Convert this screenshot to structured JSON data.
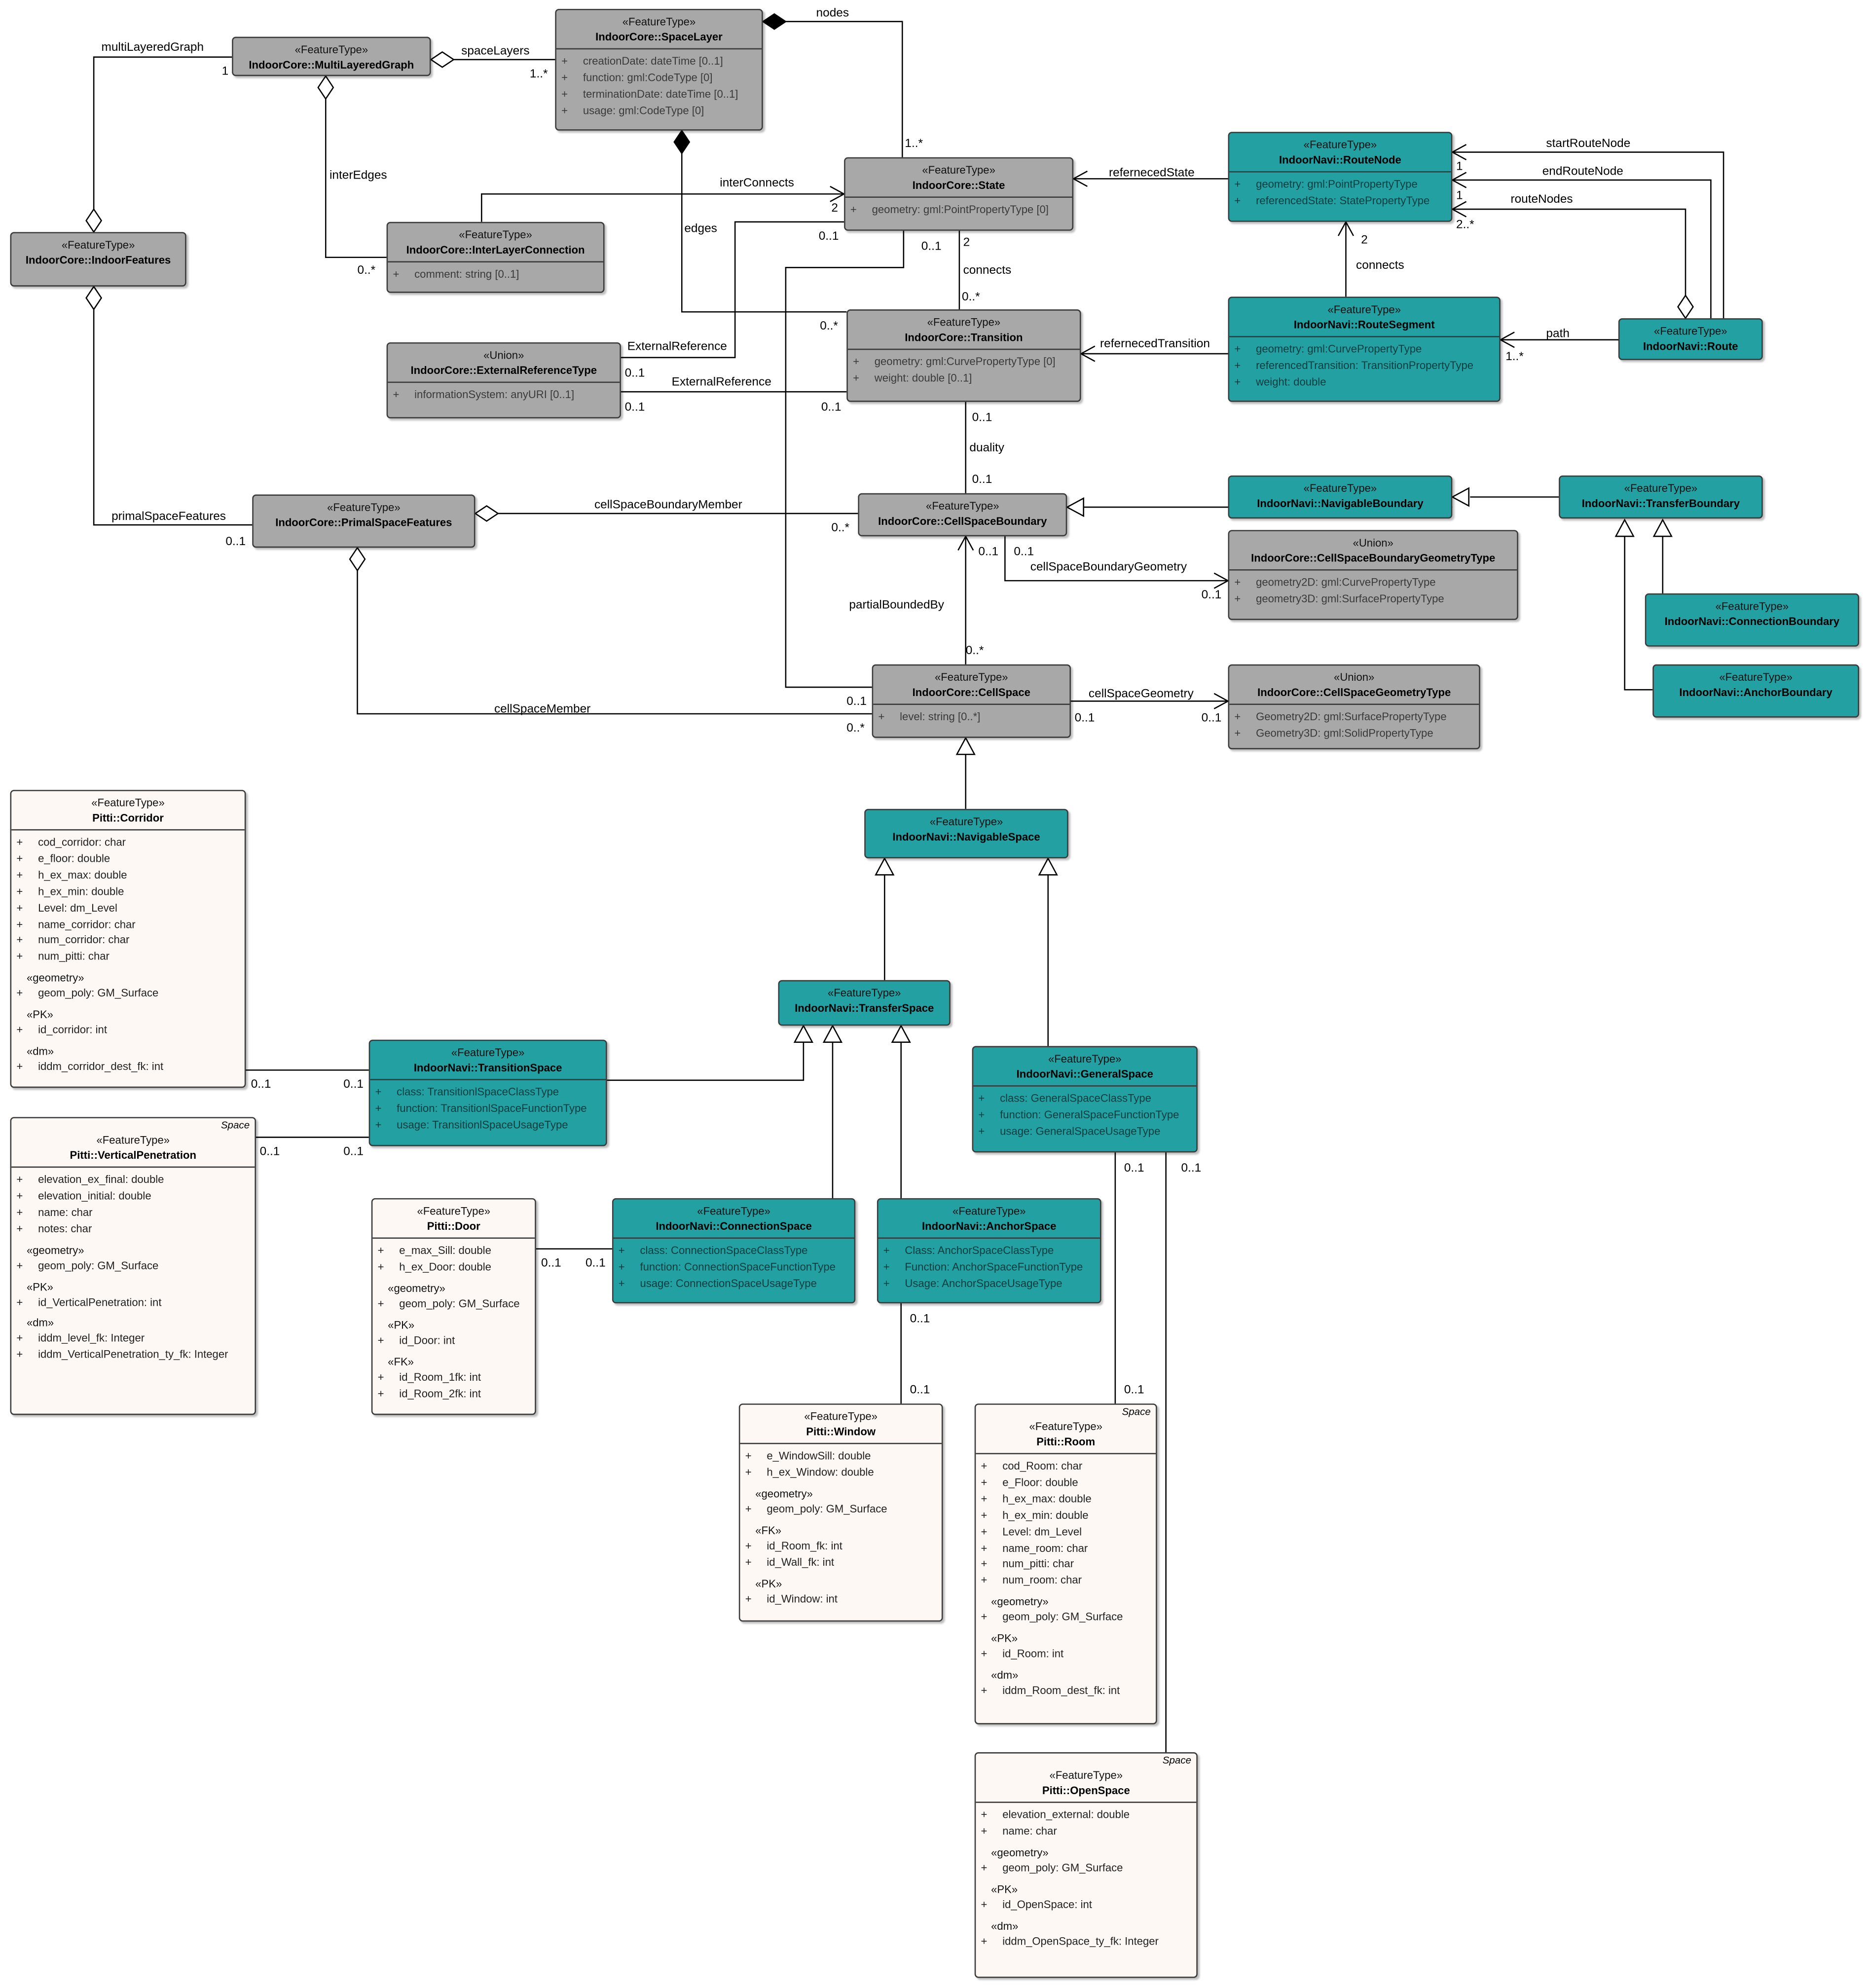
{
  "palette": {
    "core": "#a8a8a8",
    "navi": "#22a0a2",
    "pitti": "#fdf8f4",
    "line": "#000000"
  },
  "classes": [
    {
      "id": "MultiLayeredGraph",
      "style": "gray",
      "stereo": "«FeatureType»",
      "name": "IndoorCore::MultiLayeredGraph",
      "attrs": []
    },
    {
      "id": "SpaceLayer",
      "style": "gray",
      "stereo": "«FeatureType»",
      "name": "IndoorCore::SpaceLayer",
      "attrs": [
        {
          "vis": "+",
          "text": "creationDate: dateTime [0..1]"
        },
        {
          "vis": "+",
          "text": "function: gml:CodeType [0]"
        },
        {
          "vis": "+",
          "text": "terminationDate: dateTime [0..1]"
        },
        {
          "vis": "+",
          "text": "usage: gml:CodeType [0]"
        }
      ]
    },
    {
      "id": "IndoorFeatures",
      "style": "gray",
      "stereo": "«FeatureType»",
      "name": "IndoorCore::IndoorFeatures",
      "attrs": []
    },
    {
      "id": "InterLayerConnection",
      "style": "gray",
      "stereo": "«FeatureType»",
      "name": "IndoorCore::InterLayerConnection",
      "attrs": [
        {
          "vis": "+",
          "text": "comment: string [0..1]"
        }
      ]
    },
    {
      "id": "State",
      "style": "gray",
      "stereo": "«FeatureType»",
      "name": "IndoorCore::State",
      "attrs": [
        {
          "vis": "+",
          "text": "geometry: gml:PointPropertyType [0]"
        }
      ]
    },
    {
      "id": "RouteNode",
      "style": "teal",
      "stereo": "«FeatureType»",
      "name": "IndoorNavi::RouteNode",
      "attrs": [
        {
          "vis": "+",
          "text": "geometry: gml:PointPropertyType"
        },
        {
          "vis": "+",
          "text": "referencedState: StatePropertyType"
        }
      ]
    },
    {
      "id": "ExternalReferenceType",
      "style": "gray",
      "stereo": "«Union»",
      "name": "IndoorCore::ExternalReferenceType",
      "attrs": [
        {
          "vis": "+",
          "text": "informationSystem: anyURI [0..1]"
        }
      ]
    },
    {
      "id": "Transition",
      "style": "gray",
      "stereo": "«FeatureType»",
      "name": "IndoorCore::Transition",
      "attrs": [
        {
          "vis": "+",
          "text": "geometry: gml:CurvePropertyType [0]"
        },
        {
          "vis": "+",
          "text": "weight: double [0..1]"
        }
      ]
    },
    {
      "id": "RouteSegment",
      "style": "teal",
      "stereo": "«FeatureType»",
      "name": "IndoorNavi::RouteSegment",
      "attrs": [
        {
          "vis": "+",
          "text": "geometry: gml:CurvePropertyType"
        },
        {
          "vis": "+",
          "text": "referencedTransition: TransitionPropertyType"
        },
        {
          "vis": "+",
          "text": "weight: double"
        }
      ]
    },
    {
      "id": "Route",
      "style": "teal",
      "stereo": "«FeatureType»",
      "name": "IndoorNavi::Route",
      "attrs": []
    },
    {
      "id": "PrimalSpaceFeatures",
      "style": "gray",
      "stereo": "«FeatureType»",
      "name": "IndoorCore::PrimalSpaceFeatures",
      "attrs": []
    },
    {
      "id": "CellSpaceBoundary",
      "style": "gray",
      "stereo": "«FeatureType»",
      "name": "IndoorCore::CellSpaceBoundary",
      "attrs": []
    },
    {
      "id": "NavigableBoundary",
      "style": "teal",
      "stereo": "«FeatureType»",
      "name": "IndoorNavi::NavigableBoundary",
      "attrs": []
    },
    {
      "id": "TransferBoundary",
      "style": "teal",
      "stereo": "«FeatureType»",
      "name": "IndoorNavi::TransferBoundary",
      "attrs": []
    },
    {
      "id": "CellSpaceBoundaryGeometryType",
      "style": "gray",
      "stereo": "«Union»",
      "name": "IndoorCore::CellSpaceBoundaryGeometryType",
      "attrs": [
        {
          "vis": "+",
          "text": "geometry2D: gml:CurvePropertyType"
        },
        {
          "vis": "+",
          "text": "geometry3D: gml:SurfacePropertyType"
        }
      ]
    },
    {
      "id": "ConnectionBoundary",
      "style": "teal",
      "stereo": "«FeatureType»",
      "name": "IndoorNavi::ConnectionBoundary",
      "attrs": []
    },
    {
      "id": "AnchorBoundary",
      "style": "teal",
      "stereo": "«FeatureType»",
      "name": "IndoorNavi::AnchorBoundary",
      "attrs": []
    },
    {
      "id": "CellSpace",
      "style": "gray",
      "stereo": "«FeatureType»",
      "name": "IndoorCore::CellSpace",
      "attrs": [
        {
          "vis": "+",
          "text": "level: string [0..*]"
        }
      ]
    },
    {
      "id": "CellSpaceGeometryType",
      "style": "gray",
      "stereo": "«Union»",
      "name": "IndoorCore::CellSpaceGeometryType",
      "attrs": [
        {
          "vis": "+",
          "text": "Geometry2D: gml:SurfacePropertyType"
        },
        {
          "vis": "+",
          "text": "Geometry3D: gml:SolidPropertyType"
        }
      ]
    },
    {
      "id": "NavigableSpace",
      "style": "teal",
      "stereo": "«FeatureType»",
      "name": "IndoorNavi::NavigableSpace",
      "attrs": []
    },
    {
      "id": "TransferSpace",
      "style": "teal",
      "stereo": "«FeatureType»",
      "name": "IndoorNavi::TransferSpace",
      "attrs": []
    },
    {
      "id": "TransitionSpace",
      "style": "teal",
      "stereo": "«FeatureType»",
      "name": "IndoorNavi::TransitionSpace",
      "attrs": [
        {
          "vis": "+",
          "text": "class: TransitionlSpaceClassType"
        },
        {
          "vis": "+",
          "text": "function: TransitionlSpaceFunctionType"
        },
        {
          "vis": "+",
          "text": "usage: TransitionlSpaceUsageType"
        }
      ]
    },
    {
      "id": "GeneralSpace",
      "style": "teal",
      "stereo": "«FeatureType»",
      "name": "IndoorNavi::GeneralSpace",
      "attrs": [
        {
          "vis": "+",
          "text": "class: GeneralSpaceClassType"
        },
        {
          "vis": "+",
          "text": "function: GeneralSpaceFunctionType"
        },
        {
          "vis": "+",
          "text": "usage: GeneralSpaceUsageType"
        }
      ]
    },
    {
      "id": "ConnectionSpace",
      "style": "teal",
      "stereo": "«FeatureType»",
      "name": "IndoorNavi::ConnectionSpace",
      "attrs": [
        {
          "vis": "+",
          "text": "class: ConnectionSpaceClassType"
        },
        {
          "vis": "+",
          "text": "function: ConnectionSpaceFunctionType"
        },
        {
          "vis": "+",
          "text": "usage: ConnectionSpaceUsageType"
        }
      ]
    },
    {
      "id": "AnchorSpace",
      "style": "teal",
      "stereo": "«FeatureType»",
      "name": "IndoorNavi::AnchorSpace",
      "attrs": [
        {
          "vis": "+",
          "text": "Class: AnchorSpaceClassType"
        },
        {
          "vis": "+",
          "text": "Function: AnchorSpaceFunctionType"
        },
        {
          "vis": "+",
          "text": "Usage: AnchorSpaceUsageType"
        }
      ]
    },
    {
      "id": "Corridor",
      "style": "cream",
      "stereo": "«FeatureType»",
      "name": "Pitti::Corridor",
      "attrs": [
        {
          "vis": "+",
          "text": "cod_corridor: char"
        },
        {
          "vis": "+",
          "text": "e_floor: double"
        },
        {
          "vis": "+",
          "text": "h_ex_max: double"
        },
        {
          "vis": "+",
          "text": "h_ex_min: double"
        },
        {
          "vis": "+",
          "text": "Level: dm_Level"
        },
        {
          "vis": "+",
          "text": "name_corridor: char"
        },
        {
          "vis": "+",
          "text": "num_corridor: char"
        },
        {
          "vis": "+",
          "text": "num_pitti: char"
        },
        {
          "section": "«geometry»"
        },
        {
          "vis": "+",
          "text": "geom_poly: GM_Surface"
        },
        {
          "section": "«PK»"
        },
        {
          "vis": "+",
          "text": "id_corridor: int"
        },
        {
          "section": "«dm»"
        },
        {
          "vis": "+",
          "text": "iddm_corridor_dest_fk: int"
        }
      ]
    },
    {
      "id": "VerticalPenetration",
      "style": "cream",
      "tag": "Space",
      "stereo": "«FeatureType»",
      "name": "Pitti::VerticalPenetration",
      "attrs": [
        {
          "vis": "+",
          "text": "elevation_ex_final: double"
        },
        {
          "vis": "+",
          "text": "elevation_initial: double"
        },
        {
          "vis": "+",
          "text": "name: char"
        },
        {
          "vis": "+",
          "text": "notes: char"
        },
        {
          "section": "«geometry»"
        },
        {
          "vis": "+",
          "text": "geom_poly: GM_Surface"
        },
        {
          "section": "«PK»"
        },
        {
          "vis": "+",
          "text": "id_VerticalPenetration: int"
        },
        {
          "section": "«dm»"
        },
        {
          "vis": "+",
          "text": "iddm_level_fk: Integer"
        },
        {
          "vis": "+",
          "text": "iddm_VerticalPenetration_ty_fk: Integer"
        }
      ]
    },
    {
      "id": "Door",
      "style": "cream",
      "stereo": "«FeatureType»",
      "name": "Pitti::Door",
      "attrs": [
        {
          "vis": "+",
          "text": "e_max_Sill: double"
        },
        {
          "vis": "+",
          "text": "h_ex_Door: double"
        },
        {
          "section": "«geometry»"
        },
        {
          "vis": "+",
          "text": "geom_poly: GM_Surface"
        },
        {
          "section": "«PK»"
        },
        {
          "vis": "+",
          "text": "id_Door: int"
        },
        {
          "section": "«FK»"
        },
        {
          "vis": "+",
          "text": "id_Room_1fk: int"
        },
        {
          "vis": "+",
          "text": "id_Room_2fk: int"
        }
      ]
    },
    {
      "id": "Window",
      "style": "cream",
      "stereo": "«FeatureType»",
      "name": "Pitti::Window",
      "attrs": [
        {
          "vis": "+",
          "text": "e_WindowSill: double"
        },
        {
          "vis": "+",
          "text": "h_ex_Window: double"
        },
        {
          "section": "«geometry»"
        },
        {
          "vis": "+",
          "text": "geom_poly: GM_Surface"
        },
        {
          "section": "«FK»"
        },
        {
          "vis": "+",
          "text": "id_Room_fk: int"
        },
        {
          "vis": "+",
          "text": "id_Wall_fk: int"
        },
        {
          "section": "«PK»"
        },
        {
          "vis": "+",
          "text": "id_Window: int"
        }
      ]
    },
    {
      "id": "Room",
      "style": "cream",
      "tag": "Space",
      "stereo": "«FeatureType»",
      "name": "Pitti::Room",
      "attrs": [
        {
          "vis": "+",
          "text": "cod_Room: char"
        },
        {
          "vis": "+",
          "text": "e_Floor: double"
        },
        {
          "vis": "+",
          "text": "h_ex_max: double"
        },
        {
          "vis": "+",
          "text": "h_ex_min: double"
        },
        {
          "vis": "+",
          "text": "Level: dm_Level"
        },
        {
          "vis": "+",
          "text": "name_room: char"
        },
        {
          "vis": "+",
          "text": "num_pitti: char"
        },
        {
          "vis": "+",
          "text": "num_room: char"
        },
        {
          "section": "«geometry»"
        },
        {
          "vis": "+",
          "text": "geom_poly: GM_Surface"
        },
        {
          "section": "«PK»"
        },
        {
          "vis": "+",
          "text": "id_Room: int"
        },
        {
          "section": "«dm»"
        },
        {
          "vis": "+",
          "text": "iddm_Room_dest_fk: int"
        }
      ]
    },
    {
      "id": "OpenSpace",
      "style": "cream",
      "tag": "Space",
      "stereo": "«FeatureType»",
      "name": "Pitti::OpenSpace",
      "attrs": [
        {
          "vis": "+",
          "text": "elevation_external: double"
        },
        {
          "vis": "+",
          "text": "name: char"
        },
        {
          "section": "«geometry»"
        },
        {
          "vis": "+",
          "text": "geom_poly: GM_Surface"
        },
        {
          "section": "«PK»"
        },
        {
          "vis": "+",
          "text": "id_OpenSpace: int"
        },
        {
          "section": "«dm»"
        },
        {
          "vis": "+",
          "text": "iddm_OpenSpace_ty_fk: Integer"
        }
      ]
    }
  ],
  "labels": [
    {
      "id": "l0",
      "text": "multiLayeredGraph"
    },
    {
      "id": "l1",
      "text": "1"
    },
    {
      "id": "l2",
      "text": "spaceLayers"
    },
    {
      "id": "l3",
      "text": "1..*"
    },
    {
      "id": "l4",
      "text": "nodes"
    },
    {
      "id": "l5",
      "text": "1..*"
    },
    {
      "id": "l6",
      "text": "interEdges"
    },
    {
      "id": "l7",
      "text": "0..*"
    },
    {
      "id": "l8",
      "text": "interConnects"
    },
    {
      "id": "l9",
      "text": "2"
    },
    {
      "id": "l10",
      "text": "edges"
    },
    {
      "id": "l11",
      "text": "0..1"
    },
    {
      "id": "l12",
      "text": "0..1"
    },
    {
      "id": "l13",
      "text": "2"
    },
    {
      "id": "l14",
      "text": "connects"
    },
    {
      "id": "l15",
      "text": "0..*"
    },
    {
      "id": "l16",
      "text": "0..*"
    },
    {
      "id": "l17",
      "text": "refernecedState"
    },
    {
      "id": "l18",
      "text": "startRouteNode"
    },
    {
      "id": "l19",
      "text": "endRouteNode"
    },
    {
      "id": "l20",
      "text": "1"
    },
    {
      "id": "l21",
      "text": "1"
    },
    {
      "id": "l22",
      "text": "routeNodes"
    },
    {
      "id": "l23",
      "text": "2..*"
    },
    {
      "id": "l24",
      "text": "2"
    },
    {
      "id": "l25",
      "text": "connects"
    },
    {
      "id": "l26",
      "text": "path"
    },
    {
      "id": "l27",
      "text": "1..*"
    },
    {
      "id": "l28",
      "text": "refernecedTransition"
    },
    {
      "id": "l29",
      "text": "ExternalReference"
    },
    {
      "id": "l30",
      "text": "0..1"
    },
    {
      "id": "l31",
      "text": "ExternalReference"
    },
    {
      "id": "l32",
      "text": "0..1"
    },
    {
      "id": "l33",
      "text": "0..1"
    },
    {
      "id": "l34",
      "text": "0..1"
    },
    {
      "id": "l35",
      "text": "duality"
    },
    {
      "id": "l36",
      "text": "0..1"
    },
    {
      "id": "l37",
      "text": "primalSpaceFeatures"
    },
    {
      "id": "l38",
      "text": "0..1"
    },
    {
      "id": "l39",
      "text": "cellSpaceBoundaryMember"
    },
    {
      "id": "l40",
      "text": "0..*"
    },
    {
      "id": "l41",
      "text": "0..1"
    },
    {
      "id": "l42",
      "text": "0..1"
    },
    {
      "id": "l43",
      "text": "cellSpaceBoundaryGeometry"
    },
    {
      "id": "l44",
      "text": "0..1"
    },
    {
      "id": "l45",
      "text": "partialBoundedBy"
    },
    {
      "id": "l46",
      "text": "0..*"
    },
    {
      "id": "l47",
      "text": "cellSpaceMember"
    },
    {
      "id": "l48",
      "text": "0..1"
    },
    {
      "id": "l49",
      "text": "0..*"
    },
    {
      "id": "l50",
      "text": "cellSpaceGeometry"
    },
    {
      "id": "l51",
      "text": "0..1"
    },
    {
      "id": "l52",
      "text": "0..1"
    },
    {
      "id": "l53",
      "text": "0..1"
    },
    {
      "id": "l54",
      "text": "0..1"
    },
    {
      "id": "l55",
      "text": "0..1"
    },
    {
      "id": "l56",
      "text": "0..1"
    },
    {
      "id": "l57",
      "text": "0..1"
    },
    {
      "id": "l58",
      "text": "0..1"
    },
    {
      "id": "l59",
      "text": "0..1"
    },
    {
      "id": "l60",
      "text": "0..1"
    },
    {
      "id": "l61",
      "text": "0..1"
    },
    {
      "id": "l62",
      "text": "0..1"
    },
    {
      "id": "l63",
      "text": "0..1"
    }
  ]
}
